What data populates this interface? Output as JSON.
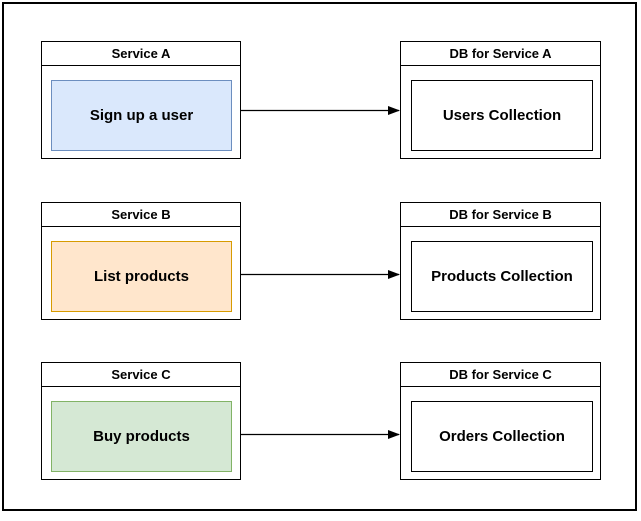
{
  "canvas": {
    "frame_stroke": "#000000",
    "background": "#ffffff",
    "arrow_color": "#000000"
  },
  "rows": [
    {
      "service": {
        "title": "Service A",
        "action": "Sign up a user",
        "action_fill": "#dae8fc",
        "action_stroke": "#6c8ebf"
      },
      "db": {
        "title": "DB for Service A",
        "collection": "Users Collection",
        "collection_fill": "#ffffff",
        "collection_stroke": "#000000"
      }
    },
    {
      "service": {
        "title": "Service B",
        "action": "List products",
        "action_fill": "#ffe6cc",
        "action_stroke": "#d79b00"
      },
      "db": {
        "title": "DB for Service B",
        "collection": "Products Collection",
        "collection_fill": "#ffffff",
        "collection_stroke": "#000000"
      }
    },
    {
      "service": {
        "title": "Service C",
        "action": "Buy products",
        "action_fill": "#d5e8d4",
        "action_stroke": "#82b366"
      },
      "db": {
        "title": "DB for Service C",
        "collection": "Orders Collection",
        "collection_fill": "#ffffff",
        "collection_stroke": "#000000"
      }
    }
  ]
}
